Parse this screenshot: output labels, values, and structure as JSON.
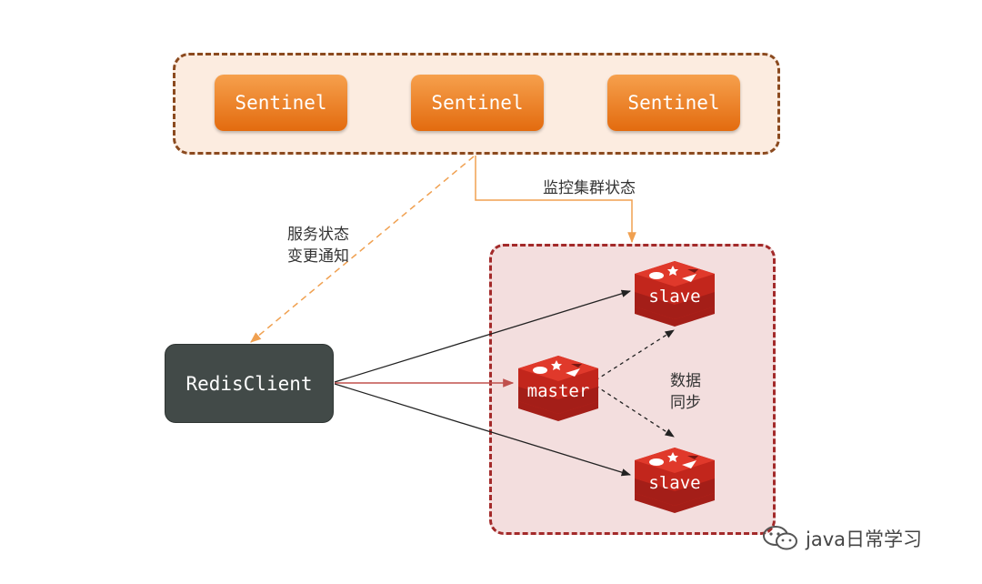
{
  "sentinels": [
    "Sentinel",
    "Sentinel",
    "Sentinel"
  ],
  "client": "RedisClient",
  "nodes": {
    "master": "master",
    "slave_top": "slave",
    "slave_bottom": "slave"
  },
  "labels": {
    "monitor": "监控集群状态",
    "notify": "服务状态\n变更通知",
    "sync": "数据\n同步"
  },
  "watermark": "java日常学习",
  "colors": {
    "sentinel_fill": "#e36b0f",
    "sentinel_border": "#8b4a1f",
    "cluster_border": "#a32a2a",
    "redis_red": "#d82c20",
    "client_fill": "#424a48"
  },
  "icons": [
    "redis-logo-icon",
    "wechat-icon"
  ]
}
